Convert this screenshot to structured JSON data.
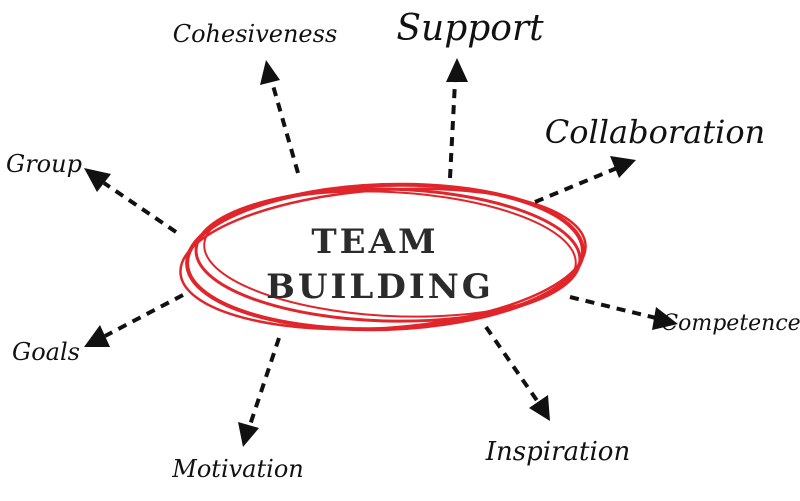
{
  "center": {
    "line1": "TEAM",
    "line2": "BUILDING"
  },
  "branches": [
    {
      "id": "cohesiveness",
      "label": "Cohesiveness"
    },
    {
      "id": "support",
      "label": "Support"
    },
    {
      "id": "collaboration",
      "label": "Collaboration"
    },
    {
      "id": "group",
      "label": "Group"
    },
    {
      "id": "competence",
      "label": "Competence"
    },
    {
      "id": "goals",
      "label": "Goals"
    },
    {
      "id": "motivation",
      "label": "Motivation"
    },
    {
      "id": "inspiration",
      "label": "Inspiration"
    }
  ],
  "colors": {
    "ring": "#e0262b",
    "ink": "#111111",
    "center_text": "#2b2b2b"
  }
}
